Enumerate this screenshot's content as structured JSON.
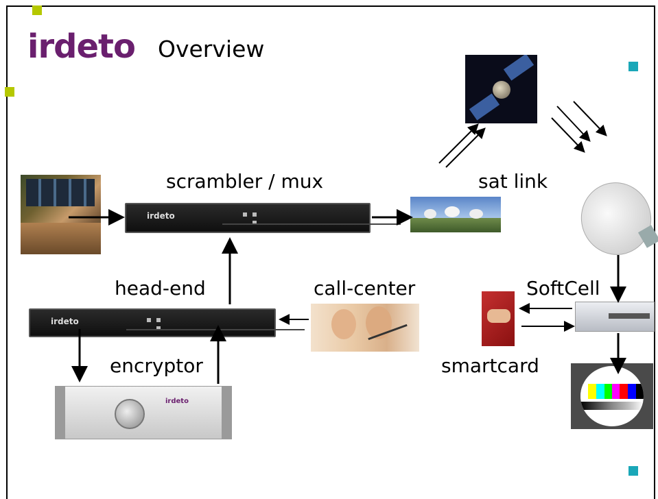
{
  "brand": {
    "logo_text": "irdeto",
    "logo_color": "#6a1f6e",
    "accent_bullet": "#b5c800",
    "bullet_teal": "#1aa7b8"
  },
  "slide": {
    "title": "Overview"
  },
  "diagram": {
    "scrambler_label": "scrambler / mux",
    "satlink_label": "sat link",
    "headend_label": "head-end",
    "callcenter_label": "call-center",
    "softcell_label": "SoftCell",
    "encryptor_label": "encryptor",
    "smartcard_label": "smartcard",
    "rack_brand": "irdeto"
  }
}
